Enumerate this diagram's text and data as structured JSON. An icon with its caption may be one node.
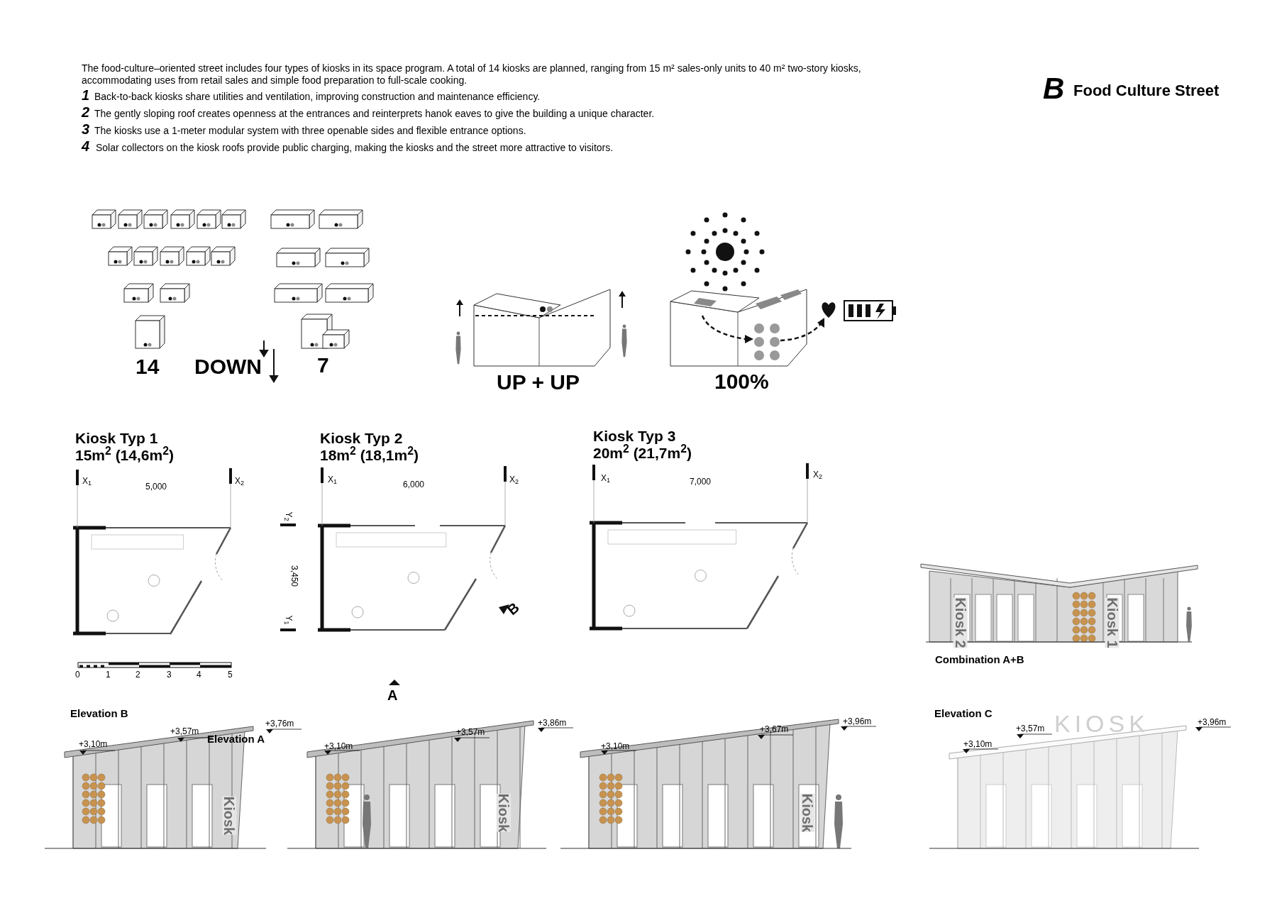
{
  "diagram": {
    "title": "Food Culture Street",
    "labels": [
      "The food-culture–oriented street includes four types of kiosks in its space program. A total of 14 kiosks are planned, ranging from 15 m² sales-only units to 40 m² two-story kiosks, accommodating uses from retail sales and simple food preparation to full-scale cooking.",
      "1",
      "Back-to-back kiosks share utilities and ventilation, improving construction and maintenance efficiency.",
      "2",
      "The gently sloping roof creates openness at the entrances and reinterprets hanok eaves to give the building a unique character.",
      "3",
      "The kiosks use a 1-meter modular system with three openable sides and flexible entrance options.",
      "4",
      "Solar collectors on the kiosk roofs provide public charging, making the kiosks and the street more attractive to visitors.",
      "B",
      "14",
      "DOWN",
      "7",
      "UP + UP",
      "100%",
      "Kiosk Typ 1",
      "15m$^{2}$ (14,6m$^{2}$)",
      "X$_{1}$",
      "5,000",
      "X$_{2}$",
      "0",
      "1",
      "2",
      "3",
      "4",
      "5",
      "Kiosk Typ 2",
      "18m$^{2}$ (18,1m$^{2}$)",
      "X$_{1}$",
      "6,000",
      "X$_{2}$",
      "Y$_{2}$",
      "3,450",
      "Y$_{1}$",
      "B",
      "A",
      "Kiosk Typ 3",
      "20m$^{2}$ (21,7m$^{2}$)",
      "X$_{1}$",
      "7,000",
      "X$_{2}$",
      "Kiosk 2",
      "Kiosk 1",
      "Combination A+B",
      "Elevation B",
      "+3,10m",
      "+3,57m",
      "Elevation A",
      "+3,76m",
      "Kiosk",
      "+3,10m",
      "+3,57m",
      "+3,86m",
      "Kiosk",
      "+3,10m",
      "+3,67m",
      "+3,96m",
      "Kiosk",
      "Elevation C",
      "+3,57m",
      "KIOSK",
      "+3,10m",
      "+3,96m"
    ]
  }
}
